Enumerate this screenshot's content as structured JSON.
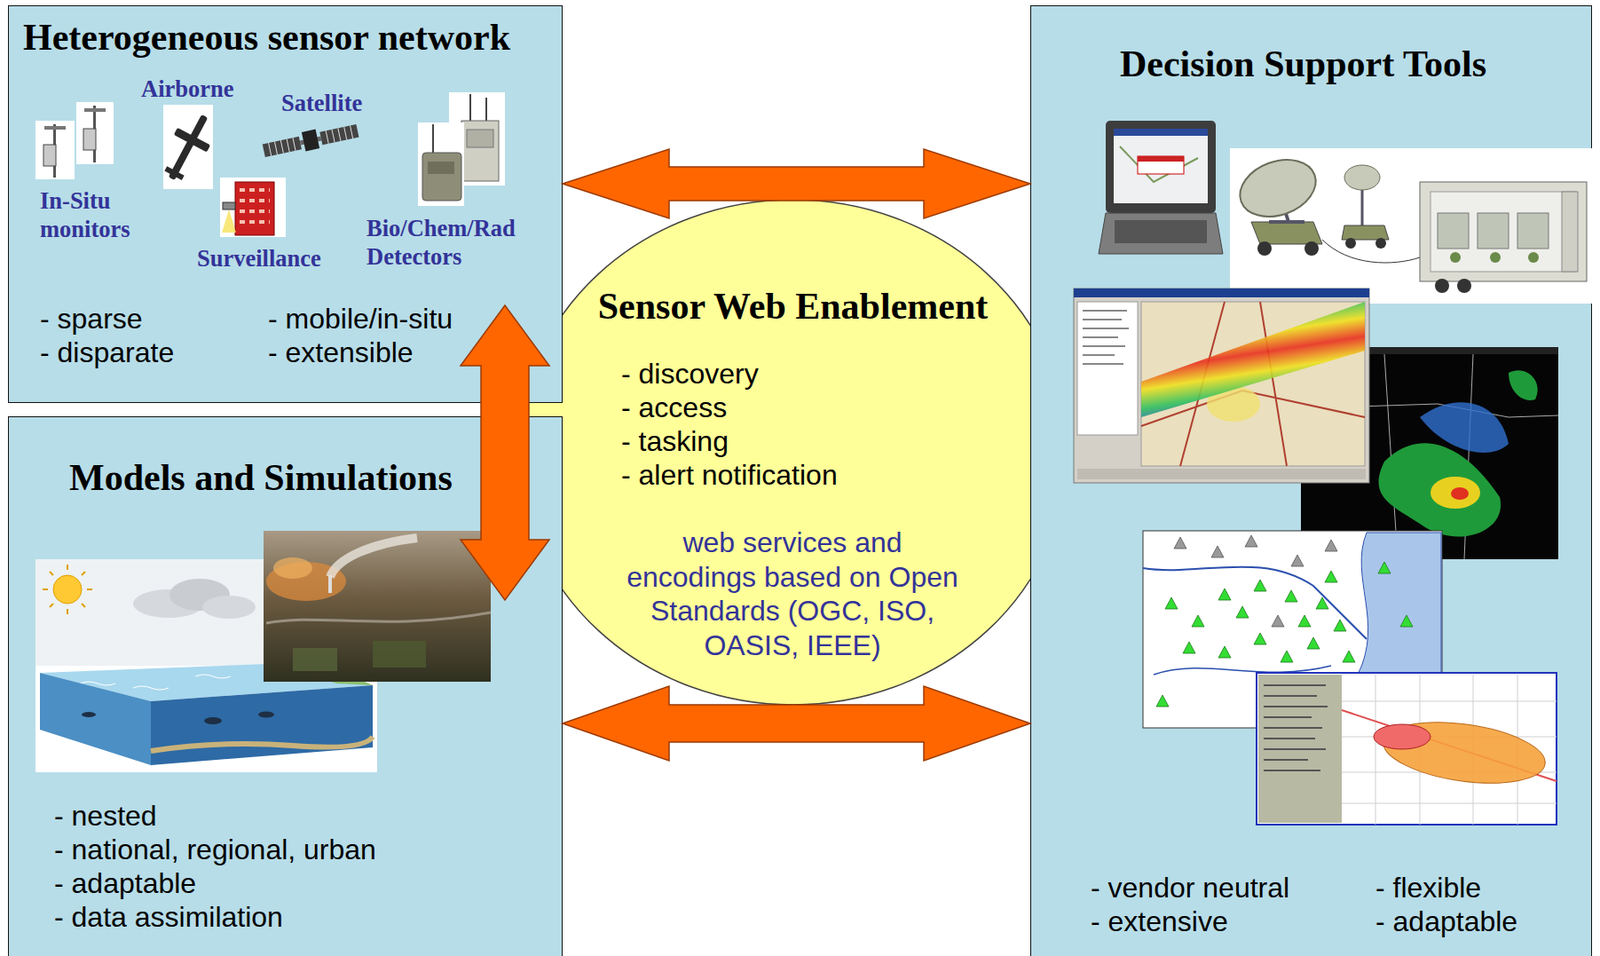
{
  "diagram": {
    "nodes": [
      {
        "text": [
          "Heterogeneous sensor network",
          "Airborne",
          "Satellite",
          "In-Situ monitors",
          "Surveillance",
          "Bio/Chem/Rad Detectors",
          "- sparse",
          "- disparate",
          "- mobile/in-situ",
          "- extensible"
        ]
      },
      {
        "text": [
          "Models and Simulations",
          "- nested",
          "- national, regional, urban",
          "- adaptable",
          "- data assimilation"
        ]
      },
      {
        "text": [
          "Sensor Web Enablement",
          "- discovery",
          "- access",
          "- tasking",
          "- alert notification",
          "web services and encodings based on Open Standards (OGC, ISO, OASIS, IEEE)"
        ]
      },
      {
        "text": [
          "Decision Support Tools",
          "- vendor neutral",
          "- extensive",
          "- flexible",
          "- adaptable"
        ]
      }
    ],
    "edges": [
      {
        "from": 0,
        "to": 3,
        "arrow": "both"
      },
      {
        "from": 0,
        "to": 1,
        "arrow": "both"
      },
      {
        "from": 1,
        "to": 3,
        "arrow": "both"
      }
    ]
  }
}
